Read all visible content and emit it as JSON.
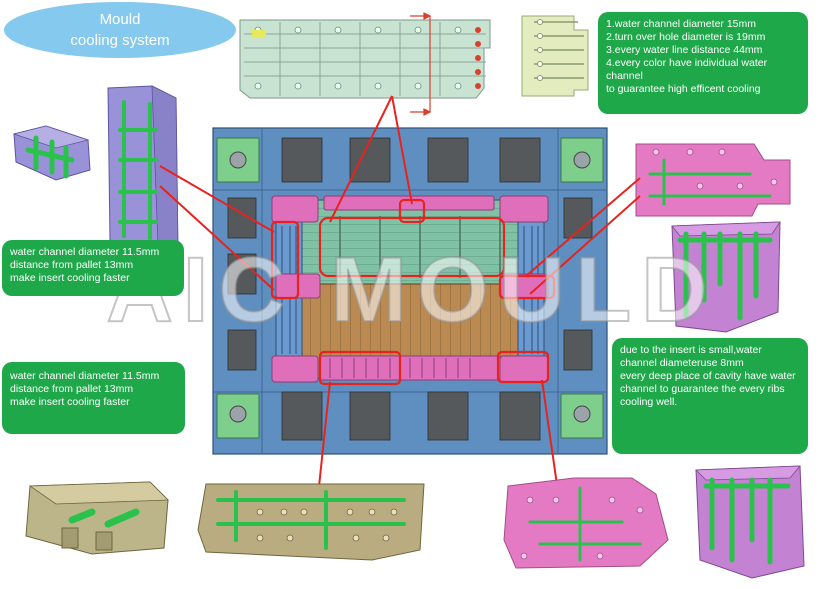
{
  "title": {
    "line1": "Mould",
    "line2": "cooling system"
  },
  "notes": {
    "top_right": "1.water channel diameter 15mm\n2.turn over hole diameter is 19mm\n3.every water line distance 44mm\n4.every color have individual water channel\nto guarantee high efficent  cooling",
    "left_1": "water channel diameter 11.5mm\ndistance from pallet 13mm\nmake insert cooling faster",
    "left_2": "water channel diameter 11.5mm\ndistance from pallet 13mm\nmake insert cooling faster",
    "right": "due to the insert is small,water\nchannel diameteruse 8mm\nevery deep place of cavity have water\nchannel to guarantee the every ribs\ncooling well."
  },
  "watermark": "AIC MOULD",
  "colors": {
    "plate": "#5f8fc0",
    "cavity_top": "#7fc2a6",
    "cavity_bottom": "#bb8a52",
    "insert_pink": "#e06fbb",
    "corner_green": "#7fcf8c",
    "pocket": "#56595c",
    "pointer": "#e8221c",
    "channel": "#2fc24a",
    "note_green": "#1fa84a",
    "title_blue": "#86c9ee"
  }
}
